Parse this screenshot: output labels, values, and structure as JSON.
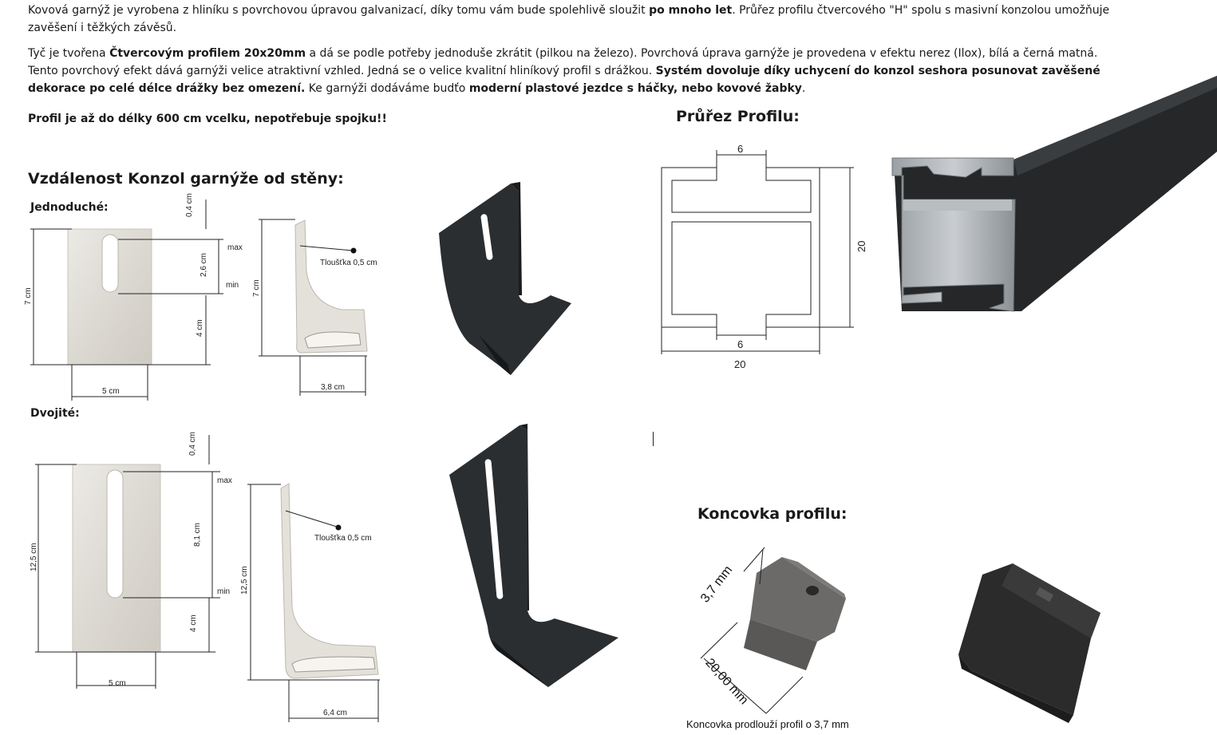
{
  "intro": {
    "p1_a": "Kovová garnýž je vyrobena z hliníku s povrchovou úpravou galvanizací, díky tomu vám bude spolehlivě sloužit ",
    "p1_b": "po mnoho let",
    "p1_c": ". Průřez profilu čtvercového \"H\" spolu s masivní konzolou umožňuje zavěšení i těžkých závěsů.",
    "p2_a": " Tyč je tvořena ",
    "p2_b": "Čtvercovým profilem 20x20mm",
    "p2_c": " a dá se podle potřeby jednoduše zkrátit (pilkou na železo). Povrchová úprava garnýže je provedena v efektu nerez (Ilox), bílá a černá matná. Tento povrchový efekt dává garnýži velice atraktivní vzhled. Jedná se o velice kvalitní hliníkový profil s drážkou. ",
    "p2_d": "Systém dovoluje díky uchycení do konzol seshora posunovat zavěšené dekorace po celé délce drážky bez omezení.",
    "p2_e": " Ke garnýži dodáváme budťo ",
    "p2_f": "moderní plastové jezdce s háčky, nebo kovové žabky",
    "p2_g": ".",
    "p3": "Profil je až do délky 600 cm vcelku, nepotřebuje spojku!!"
  },
  "sections": {
    "bracket_title": "Vzdálenost Konzol garnýže od stěny:",
    "single_label": "Jednoduché:",
    "double_label": "Dvojité:",
    "profile_title": "Průřez Profilu:",
    "endcap_title": "Koncovka profilu:",
    "endcap_caption": "Koncovka prodlouží profil o 3,7 mm"
  },
  "single_dims": {
    "top_gap": "0,4 cm",
    "slot": "2,6 cm",
    "bottom": "4 cm",
    "height": "7 cm",
    "width": "5 cm",
    "max": "max",
    "min": "min",
    "side_height": "7 cm",
    "thickness": "Tloušťka 0,5 cm",
    "depth": "3,8 cm"
  },
  "double_dims": {
    "top_gap": "0,4 cm",
    "slot": "8,1 cm",
    "bottom": "4 cm",
    "height": "12,5 cm",
    "width": "5 cm",
    "max": "max",
    "min": "min",
    "side_height": "12,5 cm",
    "thickness": "Tloušťka 0,5 cm",
    "depth": "6,4 cm"
  },
  "profile_dims": {
    "top_slot": "6",
    "bottom_slot": "6",
    "width": "20",
    "height": "20"
  },
  "endcap_dims": {
    "depth": "3,7 mm",
    "width": "20,00 mm"
  }
}
